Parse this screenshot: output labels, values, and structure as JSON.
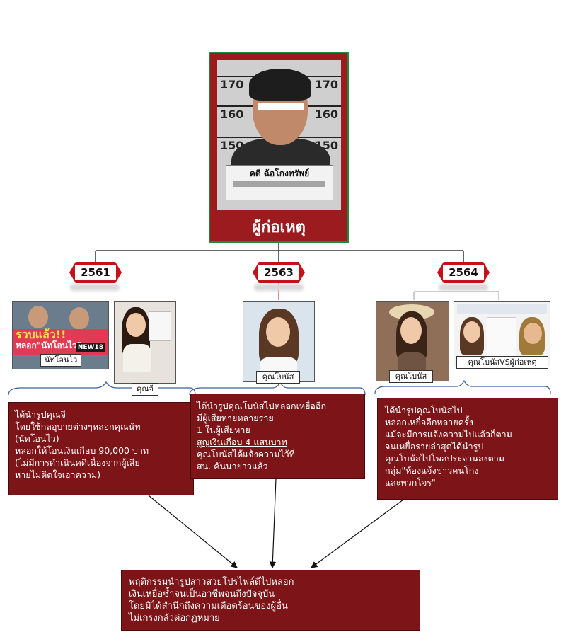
{
  "suspect": {
    "label": "ผู้ก่อเหตุ",
    "plate_text": "คดี ฉ้อโกงทรัพย์",
    "ruler": [
      "170",
      "160",
      "150"
    ]
  },
  "years": [
    "2561",
    "2563",
    "2564"
  ],
  "photos": {
    "news": {
      "headline_1": "รวบแล้ว!!",
      "headline_2": "หลอก\"นัทโอนไว\"",
      "badge": "NEW18",
      "caption": "นัทโอนไว"
    },
    "khun_ji": {
      "caption": "คุณจี"
    },
    "bonus_2563": {
      "caption": "คุณโบนัส"
    },
    "bonus_2564": {
      "caption": "คุณโบนัส"
    },
    "bonus_vs": {
      "caption": "คุณโบนัสVSผู้ก่อเหตุ"
    }
  },
  "boxes": {
    "left": [
      "ได้นำรูปคุณจี",
      "โดยใช้กลอุบายต่างๆหลอกคุณนัท",
      "(นัทโอนไว)",
      "หลอกให้โอนเงินเกือบ 90,000 บาท",
      "(ไม่มีการดำเนินคดีเนื่องจากผู้เสีย",
      "หายไม่ติดใจเอาความ)"
    ],
    "middle": [
      "ได้นำรูปคุณโบนัสไปหลอกเหยื่ออีก",
      "มีผู้เสียหายหลายราย",
      "1 ในผู้เสียหาย",
      "สูญเงินเกือบ 4 แสนบาท",
      "คุณโบนัสได้แจ้งความไว้ที่",
      "สน. คันนายาวแล้ว"
    ],
    "right": [
      "ได้นำรูปคุณโบนัสไป",
      "หลอกเหยื่ออีกหลายครั้ง",
      "แม้จะมีการแจ้งความไปแล้วก็ตาม",
      "จนเหยื่อรายล่าสุดได้นำรูป",
      "คุณโบนัสไปโพสประจานลงตาม",
      "กลุ่ม\"ห้องแจ้งข่าวคนโกง",
      "และพวกโจร\""
    ],
    "bottom": [
      "พฤติกรรมนำรูปสาวสวยโปรไฟล์ดีไปหลอก",
      "เงินเหยื่อซ้ำจนเป็นอาชีพจนถึงปัจจุบัน",
      "โดยมิได้สำนึกถึงความเดือดร้อนของผู้อื่น",
      "ไม่เกรงกลัวต่อกฎหมาย"
    ]
  },
  "colors": {
    "dark_red": "#7d1418",
    "tag_red": "#c4121a",
    "card_red": "#9b1b1e",
    "card_border": "#1f8a3a"
  }
}
